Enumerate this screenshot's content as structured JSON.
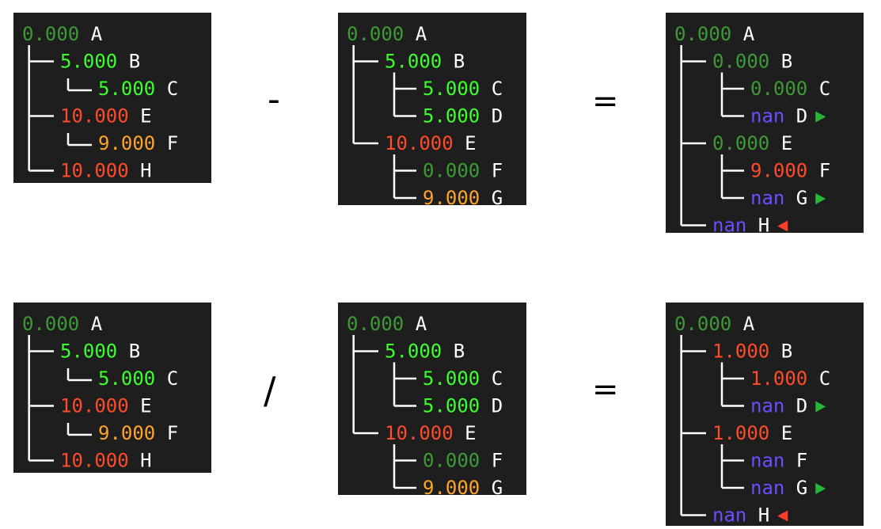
{
  "colors": {
    "background": "#1e1e1e",
    "line": "#ffffff",
    "name": "#ffffff",
    "zero": "#3d9a35",
    "mid": "#3cff2e",
    "high": "#ff4b2b",
    "warm": "#ffa42b",
    "nan": "#6e4cff",
    "arrow_right": "#27b53a",
    "arrow_left": "#ff3b2b"
  },
  "operators": {
    "minus": "-",
    "equals_top": "=",
    "divide": "/",
    "equals_bottom": "="
  },
  "trees": {
    "t1": [
      {
        "depth": 0,
        "value": "0.000",
        "tone": "zero",
        "name": "A"
      },
      {
        "depth": 1,
        "value": "5.000",
        "tone": "mid",
        "name": "B"
      },
      {
        "depth": 2,
        "value": "5.000",
        "tone": "mid",
        "name": "C"
      },
      {
        "depth": 1,
        "value": "10.000",
        "tone": "high",
        "name": "E"
      },
      {
        "depth": 2,
        "value": "9.000",
        "tone": "warm",
        "name": "F"
      },
      {
        "depth": 1,
        "value": "10.000",
        "tone": "high",
        "name": "H"
      }
    ],
    "t2": [
      {
        "depth": 0,
        "value": "0.000",
        "tone": "zero",
        "name": "A"
      },
      {
        "depth": 1,
        "value": "5.000",
        "tone": "mid",
        "name": "B"
      },
      {
        "depth": 2,
        "value": "5.000",
        "tone": "mid",
        "name": "C"
      },
      {
        "depth": 2,
        "value": "5.000",
        "tone": "mid",
        "name": "D"
      },
      {
        "depth": 1,
        "value": "10.000",
        "tone": "high",
        "name": "E"
      },
      {
        "depth": 2,
        "value": "0.000",
        "tone": "zero",
        "name": "F"
      },
      {
        "depth": 2,
        "value": "9.000",
        "tone": "warm",
        "name": "G"
      }
    ],
    "t3": [
      {
        "depth": 0,
        "value": "0.000",
        "tone": "zero",
        "name": "A"
      },
      {
        "depth": 1,
        "value": "0.000",
        "tone": "zero",
        "name": "B"
      },
      {
        "depth": 2,
        "value": "0.000",
        "tone": "zero",
        "name": "C"
      },
      {
        "depth": 2,
        "value": "nan",
        "tone": "nan",
        "name": "D",
        "marker": "right"
      },
      {
        "depth": 1,
        "value": "0.000",
        "tone": "zero",
        "name": "E"
      },
      {
        "depth": 2,
        "value": "9.000",
        "tone": "high",
        "name": "F"
      },
      {
        "depth": 2,
        "value": "nan",
        "tone": "nan",
        "name": "G",
        "marker": "right"
      },
      {
        "depth": 1,
        "value": "nan",
        "tone": "nan",
        "name": "H",
        "marker": "left"
      }
    ],
    "t4": [
      {
        "depth": 0,
        "value": "0.000",
        "tone": "zero",
        "name": "A"
      },
      {
        "depth": 1,
        "value": "5.000",
        "tone": "mid",
        "name": "B"
      },
      {
        "depth": 2,
        "value": "5.000",
        "tone": "mid",
        "name": "C"
      },
      {
        "depth": 1,
        "value": "10.000",
        "tone": "high",
        "name": "E"
      },
      {
        "depth": 2,
        "value": "9.000",
        "tone": "warm",
        "name": "F"
      },
      {
        "depth": 1,
        "value": "10.000",
        "tone": "high",
        "name": "H"
      }
    ],
    "t5": [
      {
        "depth": 0,
        "value": "0.000",
        "tone": "zero",
        "name": "A"
      },
      {
        "depth": 1,
        "value": "5.000",
        "tone": "mid",
        "name": "B"
      },
      {
        "depth": 2,
        "value": "5.000",
        "tone": "mid",
        "name": "C"
      },
      {
        "depth": 2,
        "value": "5.000",
        "tone": "mid",
        "name": "D"
      },
      {
        "depth": 1,
        "value": "10.000",
        "tone": "high",
        "name": "E"
      },
      {
        "depth": 2,
        "value": "0.000",
        "tone": "zero",
        "name": "F"
      },
      {
        "depth": 2,
        "value": "9.000",
        "tone": "warm",
        "name": "G"
      }
    ],
    "t6": [
      {
        "depth": 0,
        "value": "0.000",
        "tone": "zero",
        "name": "A"
      },
      {
        "depth": 1,
        "value": "1.000",
        "tone": "high",
        "name": "B"
      },
      {
        "depth": 2,
        "value": "1.000",
        "tone": "high",
        "name": "C"
      },
      {
        "depth": 2,
        "value": "nan",
        "tone": "nan",
        "name": "D",
        "marker": "right"
      },
      {
        "depth": 1,
        "value": "1.000",
        "tone": "high",
        "name": "E"
      },
      {
        "depth": 2,
        "value": "nan",
        "tone": "nan",
        "name": "F"
      },
      {
        "depth": 2,
        "value": "nan",
        "tone": "nan",
        "name": "G",
        "marker": "right"
      },
      {
        "depth": 1,
        "value": "nan",
        "tone": "nan",
        "name": "H",
        "marker": "left"
      }
    ]
  }
}
